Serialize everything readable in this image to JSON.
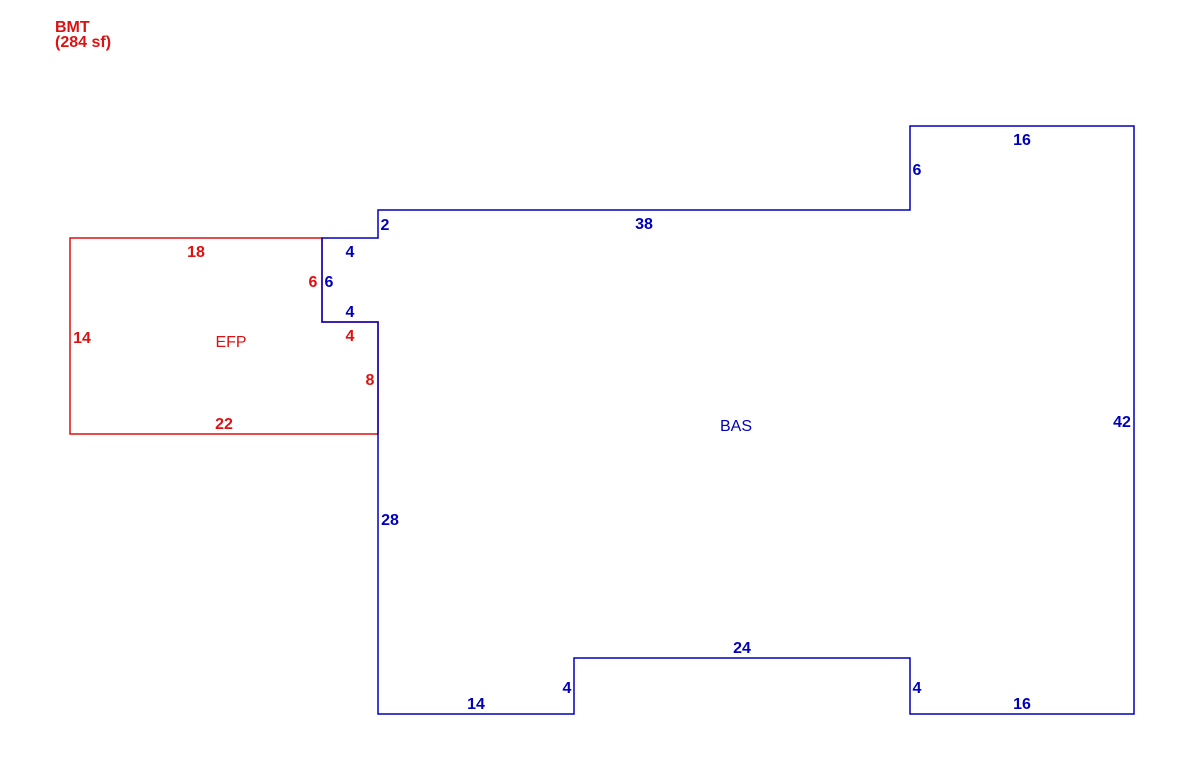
{
  "header": {
    "code": "BMT",
    "area": "(284 sf)",
    "color": "#dd1111"
  },
  "colors": {
    "efp": "#dd1111",
    "bas": "#0000bb"
  },
  "efp": {
    "label": "EFP",
    "dims": {
      "top": "18",
      "left": "14",
      "bottom": "22",
      "notch_vertical": "6",
      "notch_horizontal": "4",
      "right": "8"
    }
  },
  "bas": {
    "label": "BAS",
    "dims": {
      "step_small": "2",
      "step_left": "4",
      "notch_vertical": "6",
      "notch_horizontal": "4",
      "top": "38",
      "top_right_rise": "6",
      "top_right": "16",
      "right": "42",
      "left": "28",
      "bottom_left": "14",
      "bottom_left_rise": "4",
      "bottom_middle": "24",
      "bottom_right_rise": "4",
      "bottom_right": "16"
    }
  }
}
